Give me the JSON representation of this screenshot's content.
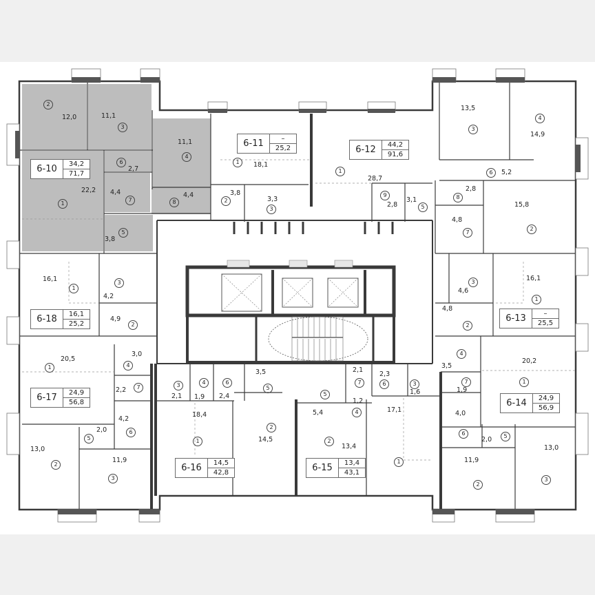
{
  "plan": {
    "background": "#f0f0f0",
    "sheet_color": "#ffffff",
    "highlight_color": "#bdbdbd",
    "wall_color": "#3a3a3a",
    "highlighted_apartment": "6-10"
  },
  "apartments": [
    {
      "id": "6-10",
      "living_area": "34,2",
      "total_area": "71,7",
      "highlighted": true,
      "rooms": [
        {
          "n": "1",
          "area": "22,2"
        },
        {
          "n": "2",
          "area": "12,0"
        },
        {
          "n": "3",
          "area": "11,1"
        },
        {
          "n": "4",
          "area": "11,1"
        },
        {
          "n": "5",
          "area": "3,8"
        },
        {
          "n": "6",
          "area": "2,7"
        },
        {
          "n": "7",
          "area": "4,4"
        },
        {
          "n": "8",
          "area": "4,4"
        }
      ]
    },
    {
      "id": "6-11",
      "living_area": "–",
      "total_area": "25,2",
      "highlighted": false,
      "rooms": [
        {
          "n": "1",
          "area": "18,1"
        },
        {
          "n": "2",
          "area": "3,8"
        },
        {
          "n": "3",
          "area": "3,3"
        }
      ]
    },
    {
      "id": "6-12",
      "living_area": "44,2",
      "total_area": "91,6",
      "highlighted": false,
      "rooms": [
        {
          "n": "1",
          "area": "28,7"
        },
        {
          "n": "2",
          "area": "15,8"
        },
        {
          "n": "3",
          "area": "13,5"
        },
        {
          "n": "4",
          "area": "14,9"
        },
        {
          "n": "5",
          "area": "3,1"
        },
        {
          "n": "6",
          "area": "5,2"
        },
        {
          "n": "7",
          "area": "4,8"
        },
        {
          "n": "8",
          "area": "2,8"
        },
        {
          "n": "9",
          "area": "2,8"
        }
      ]
    },
    {
      "id": "6-13",
      "living_area": "–",
      "total_area": "25,5",
      "highlighted": false,
      "rooms": [
        {
          "n": "1",
          "area": "16,1"
        },
        {
          "n": "2",
          "area": "4,8"
        },
        {
          "n": "3",
          "area": "4,6"
        }
      ]
    },
    {
      "id": "6-14",
      "living_area": "24,9",
      "total_area": "56,9",
      "highlighted": false,
      "rooms": [
        {
          "n": "1",
          "area": "20,2"
        },
        {
          "n": "2",
          "area": "11,9"
        },
        {
          "n": "3",
          "area": "13,0"
        },
        {
          "n": "4",
          "area": "3,5"
        },
        {
          "n": "5",
          "area": "2,0"
        },
        {
          "n": "6",
          "area": "4,0"
        },
        {
          "n": "7",
          "area": "1,9"
        }
      ]
    },
    {
      "id": "6-15",
      "living_area": "13,4",
      "total_area": "43,1",
      "highlighted": false,
      "rooms": [
        {
          "n": "1",
          "area": "17,1"
        },
        {
          "n": "2",
          "area": "13,4"
        },
        {
          "n": "3",
          "area": "1,6"
        },
        {
          "n": "4",
          "area": "1,2"
        },
        {
          "n": "5",
          "area": "5,4"
        },
        {
          "n": "6",
          "area": "2,3"
        },
        {
          "n": "7",
          "area": "2,1"
        }
      ]
    },
    {
      "id": "6-16",
      "living_area": "14,5",
      "total_area": "42,8",
      "highlighted": false,
      "rooms": [
        {
          "n": "1",
          "area": "18,4"
        },
        {
          "n": "2",
          "area": "14,5"
        },
        {
          "n": "3",
          "area": "2,1"
        },
        {
          "n": "4",
          "area": "1,9"
        },
        {
          "n": "5",
          "area": "3,5"
        },
        {
          "n": "6",
          "area": "2,4"
        }
      ]
    },
    {
      "id": "6-17",
      "living_area": "24,9",
      "total_area": "56,8",
      "highlighted": false,
      "rooms": [
        {
          "n": "1",
          "area": "20,5"
        },
        {
          "n": "2",
          "area": "13,0"
        },
        {
          "n": "3",
          "area": "11,9"
        },
        {
          "n": "4",
          "area": "3,0"
        },
        {
          "n": "5",
          "area": "2,0"
        },
        {
          "n": "6",
          "area": "4,2"
        },
        {
          "n": "7",
          "area": "2,2"
        }
      ]
    },
    {
      "id": "6-18",
      "living_area": "16,1",
      "total_area": "25,2",
      "highlighted": false,
      "rooms": [
        {
          "n": "1",
          "area": "16,1"
        },
        {
          "n": "2",
          "area": "4,9"
        },
        {
          "n": "3",
          "area": "4,2"
        }
      ]
    }
  ]
}
